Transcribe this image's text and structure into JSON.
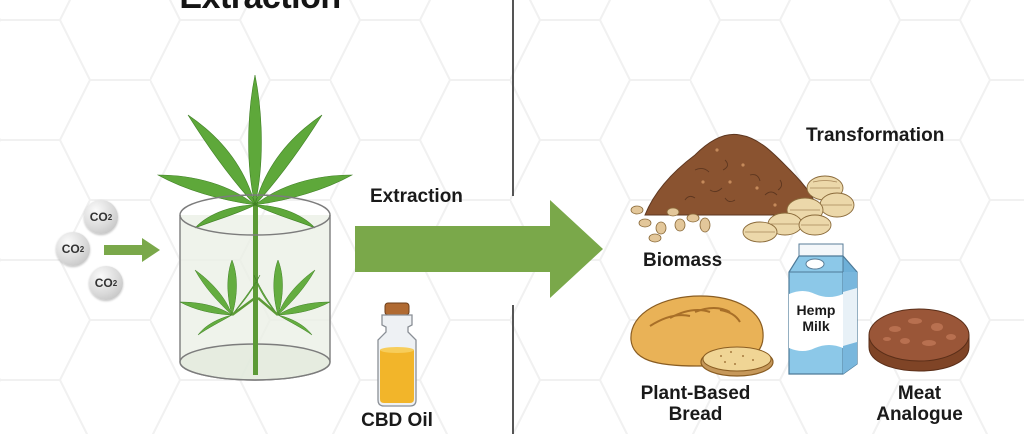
{
  "left_panel": {
    "title": "Extraction",
    "co2_molecules": [
      {
        "formula": "CO",
        "subscript": "2"
      },
      {
        "formula": "CO",
        "subscript": "2"
      },
      {
        "formula": "CO",
        "subscript": "2"
      }
    ],
    "plant_vessel": "hemp-plant-in-glass-cylinder",
    "arrow_label": "Extraction",
    "product_label": "CBD Oil"
  },
  "right_panel": {
    "heading": "Transformation",
    "biomass_label": "Biomass",
    "products": [
      {
        "name": "bread",
        "label_line1": "Plant-Based",
        "label_line2": "Bread"
      },
      {
        "name": "milk",
        "carton_text_line1": "Hemp",
        "carton_text_line2": "Milk"
      },
      {
        "name": "meat",
        "label_line1": "Meat",
        "label_line2": "Analogue"
      }
    ]
  },
  "colors": {
    "arrow_green": "#7aa84a",
    "leaf_green": "#5ea83a",
    "oil_amber": "#f2b52a",
    "biomass_brown": "#8a5330",
    "seed_tan": "#e3c79a",
    "milk_blue": "#8cc8e8",
    "patty_brown": "#9a5638",
    "divider": "#555555"
  }
}
